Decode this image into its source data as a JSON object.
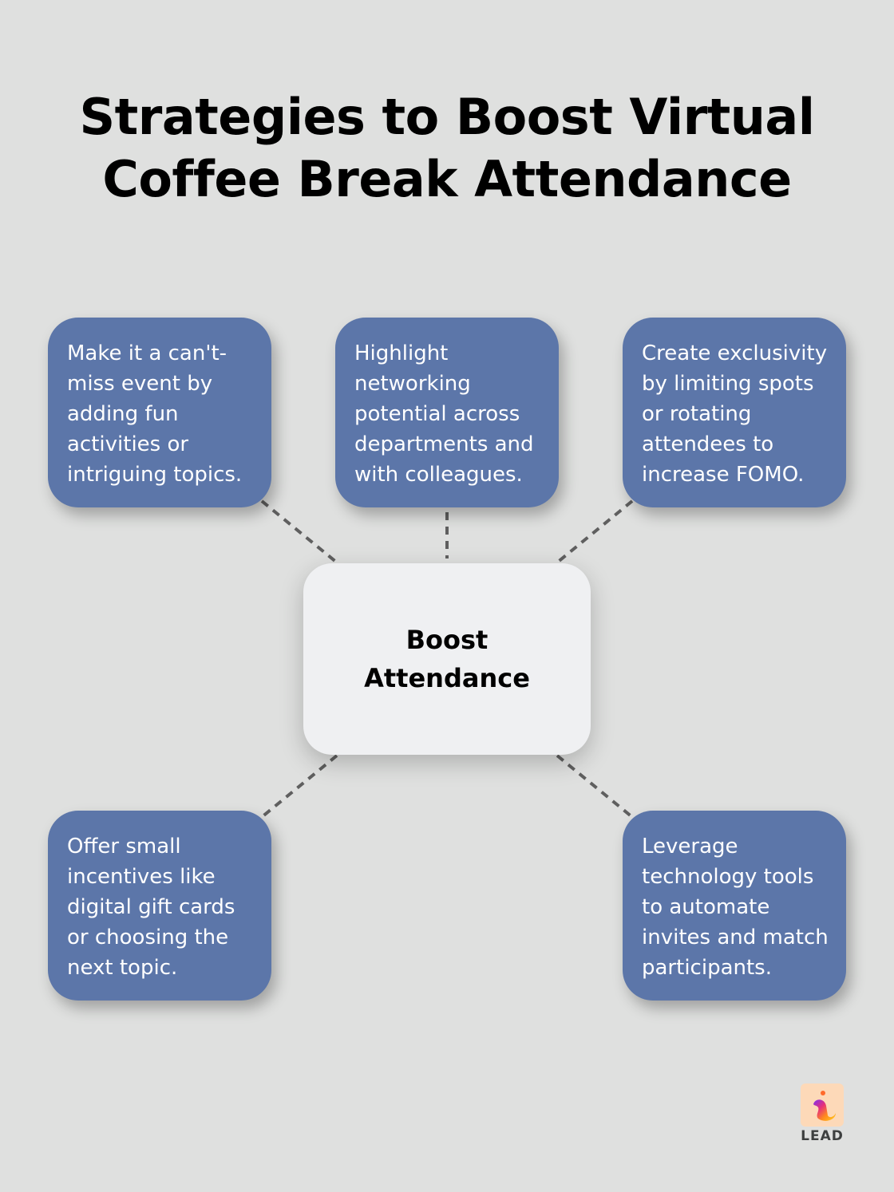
{
  "header": {
    "title_line1": "Strategies to Boost Virtual",
    "title_line2": "Coffee Break Attendance"
  },
  "center_node": {
    "label_line1": "Boost",
    "label_line2": "Attendance"
  },
  "nodes": [
    {
      "position": "top-left",
      "text": "Make it a can't-miss event by adding fun activities or intriguing topics."
    },
    {
      "position": "top-center",
      "text": "Highlight networking potential across departments and with colleagues."
    },
    {
      "position": "top-right",
      "text": "Create exclusivity by limiting spots or rotating attendees to increase FOMO."
    },
    {
      "position": "bottom-left",
      "text": "Offer small incentives like digital gift cards or choosing the next topic."
    },
    {
      "position": "bottom-right",
      "text": "Leverage technology tools to automate invites and match participants."
    }
  ],
  "colors": {
    "background": "#dfe0df",
    "node_fill": "#5c76a9",
    "center_fill": "#eff0f2",
    "connector": "#5f5f5f",
    "logo_bg": "#fdd9b8"
  },
  "logo": {
    "icon": "lead-bird-icon",
    "text": "LEAD"
  }
}
